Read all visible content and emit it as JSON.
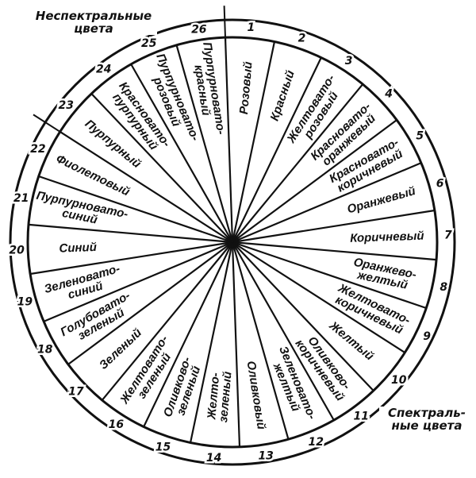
{
  "captions": {
    "non_spectral": [
      "Неспектральные",
      "цвета"
    ],
    "spectral": [
      "Спектраль-",
      "ные цвета"
    ]
  },
  "sectors": [
    {
      "n": "1",
      "lines": [
        "Розовый"
      ]
    },
    {
      "n": "2",
      "lines": [
        "Красный"
      ]
    },
    {
      "n": "3",
      "lines": [
        "Желтовато-",
        "розовый"
      ]
    },
    {
      "n": "4",
      "lines": [
        "Красновато-",
        "оранжевый"
      ]
    },
    {
      "n": "5",
      "lines": [
        "Красновато-",
        "коричневый"
      ]
    },
    {
      "n": "6",
      "lines": [
        "Оранжевый"
      ]
    },
    {
      "n": "7",
      "lines": [
        "Коричневый"
      ]
    },
    {
      "n": "8",
      "lines": [
        "Оранжево-",
        "желтый"
      ]
    },
    {
      "n": "9",
      "lines": [
        "Желтовато-",
        "коричневый"
      ]
    },
    {
      "n": "10",
      "lines": [
        "Желтый"
      ]
    },
    {
      "n": "11",
      "lines": [
        "Оливково-",
        "коричневый"
      ]
    },
    {
      "n": "12",
      "lines": [
        "Зеленовато-",
        "желтый"
      ]
    },
    {
      "n": "13",
      "lines": [
        "Оливковый"
      ]
    },
    {
      "n": "14",
      "lines": [
        "Желто-",
        "зеленый"
      ]
    },
    {
      "n": "15",
      "lines": [
        "Оливково-",
        "зеленый"
      ]
    },
    {
      "n": "16",
      "lines": [
        "Желтовато-",
        "зеленый"
      ]
    },
    {
      "n": "17",
      "lines": [
        "Зеленый"
      ]
    },
    {
      "n": "18",
      "lines": [
        "Голубовато-",
        "зеленый"
      ]
    },
    {
      "n": "19",
      "lines": [
        "Зеленовато-",
        "синий"
      ]
    },
    {
      "n": "20",
      "lines": [
        "Синий"
      ]
    },
    {
      "n": "21",
      "lines": [
        "Пурпурновато-",
        "синий"
      ]
    },
    {
      "n": "22",
      "lines": [
        "Фиолетовый"
      ]
    },
    {
      "n": "23",
      "lines": [
        "Пурпурный"
      ]
    },
    {
      "n": "24",
      "lines": [
        "Красновато-",
        "пурпурный"
      ]
    },
    {
      "n": "25",
      "lines": [
        "Пурпурновато-",
        "розовый"
      ]
    },
    {
      "n": "26",
      "lines": [
        "Пурпурновато-",
        "красный"
      ]
    }
  ]
}
